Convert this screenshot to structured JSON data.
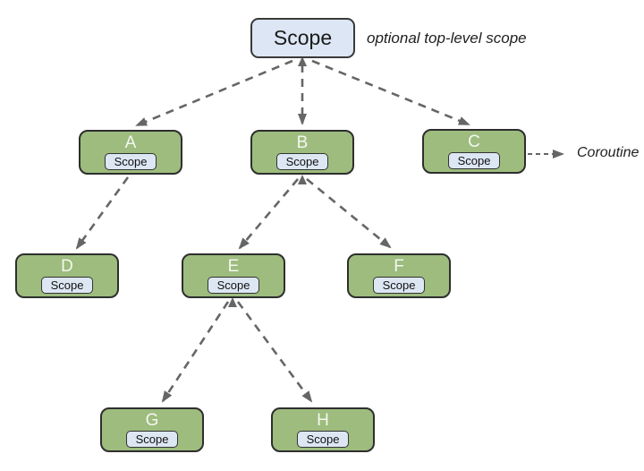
{
  "diagram": {
    "title_node": {
      "label": "Scope"
    },
    "annotations": {
      "top_level": "optional top-level scope",
      "coroutine": "Coroutine"
    },
    "nodes": [
      {
        "id": "A",
        "label": "A",
        "scope_label": "Scope"
      },
      {
        "id": "B",
        "label": "B",
        "scope_label": "Scope"
      },
      {
        "id": "C",
        "label": "C",
        "scope_label": "Scope"
      },
      {
        "id": "D",
        "label": "D",
        "scope_label": "Scope"
      },
      {
        "id": "E",
        "label": "E",
        "scope_label": "Scope"
      },
      {
        "id": "F",
        "label": "F",
        "scope_label": "Scope"
      },
      {
        "id": "G",
        "label": "G",
        "scope_label": "Scope"
      },
      {
        "id": "H",
        "label": "H",
        "scope_label": "Scope"
      }
    ],
    "edges": [
      {
        "from": "Scope",
        "to": "A"
      },
      {
        "from": "Scope",
        "to": "B"
      },
      {
        "from": "Scope",
        "to": "C"
      },
      {
        "from": "A",
        "to": "D"
      },
      {
        "from": "B",
        "to": "E"
      },
      {
        "from": "B",
        "to": "F"
      },
      {
        "from": "E",
        "to": "G"
      },
      {
        "from": "E",
        "to": "H"
      },
      {
        "from": "C",
        "to": "Coroutine label"
      }
    ],
    "colors": {
      "node_fill": "#9dbc7e",
      "node_border": "#2e2e2e",
      "scope_chip_fill": "#dde7f4",
      "root_fill": "#dce6f4",
      "arrow": "#666666",
      "background": "#ffffff"
    }
  }
}
